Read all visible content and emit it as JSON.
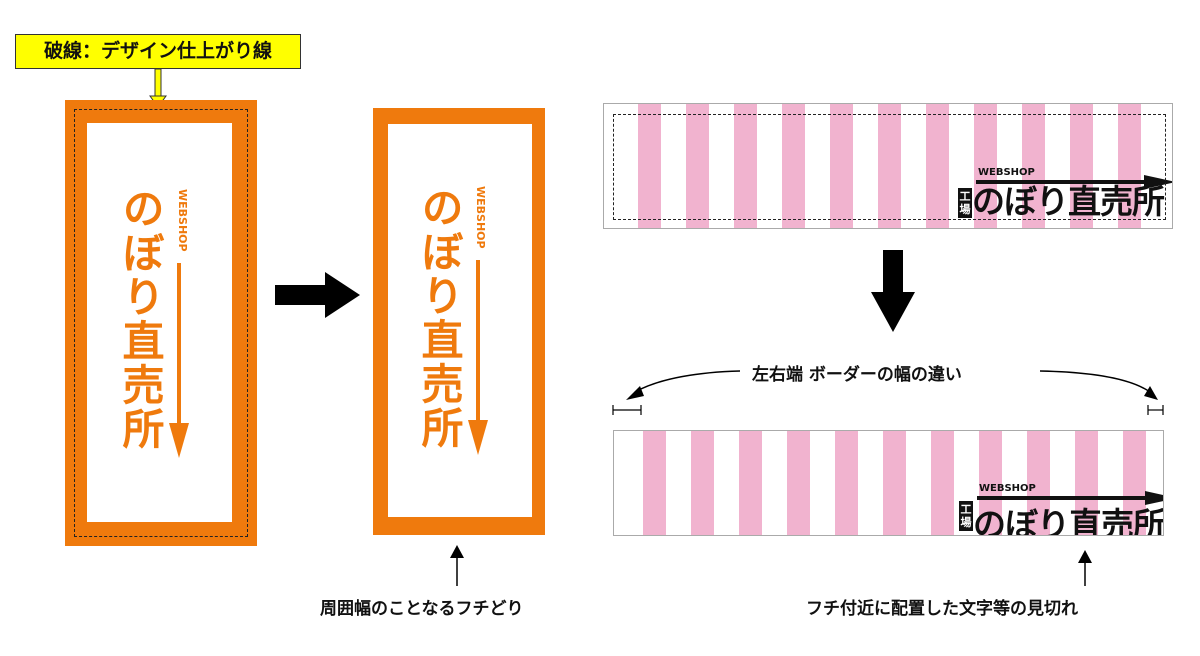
{
  "callout_label": "破線：デザイン仕上がり線",
  "banner_vertical": {
    "web": "WEBSHOP",
    "title": "のぼり直売所"
  },
  "banner_horizontal": {
    "kou": "工場",
    "web": "WEBSHOP",
    "title": "のぼり直売所"
  },
  "caption_border_width": "周囲幅のことなるフチどり",
  "caption_edge_diff": "左右端 ボーダーの幅の違い",
  "caption_cutoff": "フチ付近に配置した文字等の見切れ",
  "colors": {
    "orange": "#ef7a0d",
    "pink": "#f1b3cf",
    "yellow": "#ffff00"
  }
}
